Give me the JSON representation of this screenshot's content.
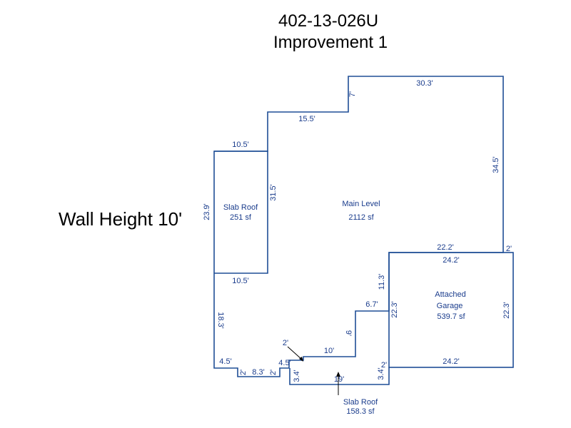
{
  "header": {
    "parcel_id": "402-13-026U",
    "improvement": "Improvement 1",
    "wall_height": "Wall Height 10'"
  },
  "areas": {
    "slab_roof_left": {
      "label": "Slab Roof",
      "area": "251 sf"
    },
    "main_level": {
      "label": "Main Level",
      "area": "2112 sf"
    },
    "garage": {
      "label_line1": "Attached",
      "label_line2": "Garage",
      "area": "539.7 sf"
    },
    "slab_roof_bottom": {
      "label": "Slab Roof",
      "area": "158.3 sf"
    }
  },
  "dimensions": {
    "top_right": "30.3'",
    "step_top": "7'",
    "upper_mid": "15.5'",
    "right_side": "34.5'",
    "slab_top": "10.5'",
    "slab_left": "23.9'",
    "slab_right": "31.5'",
    "slab_bottom": "10.5'",
    "left_lower": "18.3'",
    "garage_top_outer": "22.2'",
    "garage_top_inner": "24.2'",
    "garage_corner": "2'",
    "garage_left_upper": "11.3'",
    "garage_left": "22.3'",
    "garage_right": "22.3'",
    "garage_bottom": "24.2'",
    "notch_top": "6.7'",
    "notch_side": "9'",
    "notch_bottom": "10'",
    "notch_small": "2'",
    "bottom_left_a": "4.5'",
    "bottom_left_b": "8.3'",
    "bottom_left_c": "2'",
    "bottom_left_d": "2'",
    "bottom_left_e": "4.5'",
    "slab2_left": "3.4'",
    "slab2_bottom": "19'",
    "slab2_right": "3.4'",
    "slab2_corner": "2'"
  }
}
